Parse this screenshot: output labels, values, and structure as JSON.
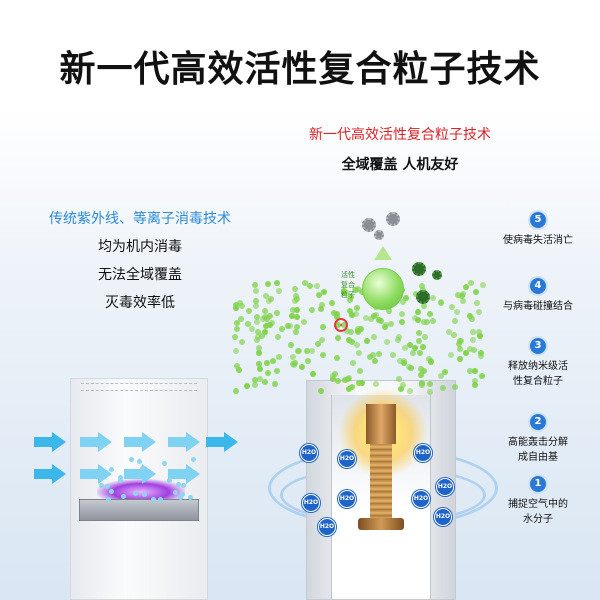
{
  "title": "新一代高效活性复合粒子技术",
  "right_heading": {
    "line1": "新一代高效活性复合粒子技术",
    "line2": "全域覆盖  人机友好"
  },
  "left_heading": {
    "line1": "传统紫外线、等离子消毒技术",
    "line2": "均为机内消毒",
    "line3": "无法全域覆盖",
    "line4": "灭毒效率低"
  },
  "sphere_label": "活性复合粒子",
  "h2o_label": "H2O",
  "steps": [
    {
      "num": "5",
      "text": "使病毒失活消亡"
    },
    {
      "num": "4",
      "text": "与病毒碰撞结合"
    },
    {
      "num": "3",
      "text": "释放纳米级活性复合粒子"
    },
    {
      "num": "2",
      "text": "高能轰击分解成自由基"
    },
    {
      "num": "1",
      "text": "捕捉空气中的水分子"
    }
  ],
  "colors": {
    "red": "#d8232a",
    "blue": "#2a8bd8",
    "particle_green": "#7fd34a",
    "step_blue": "#2a79d6",
    "h2o_blue": "#1f64c8",
    "arrow_cyan": "#3bb7ea"
  }
}
